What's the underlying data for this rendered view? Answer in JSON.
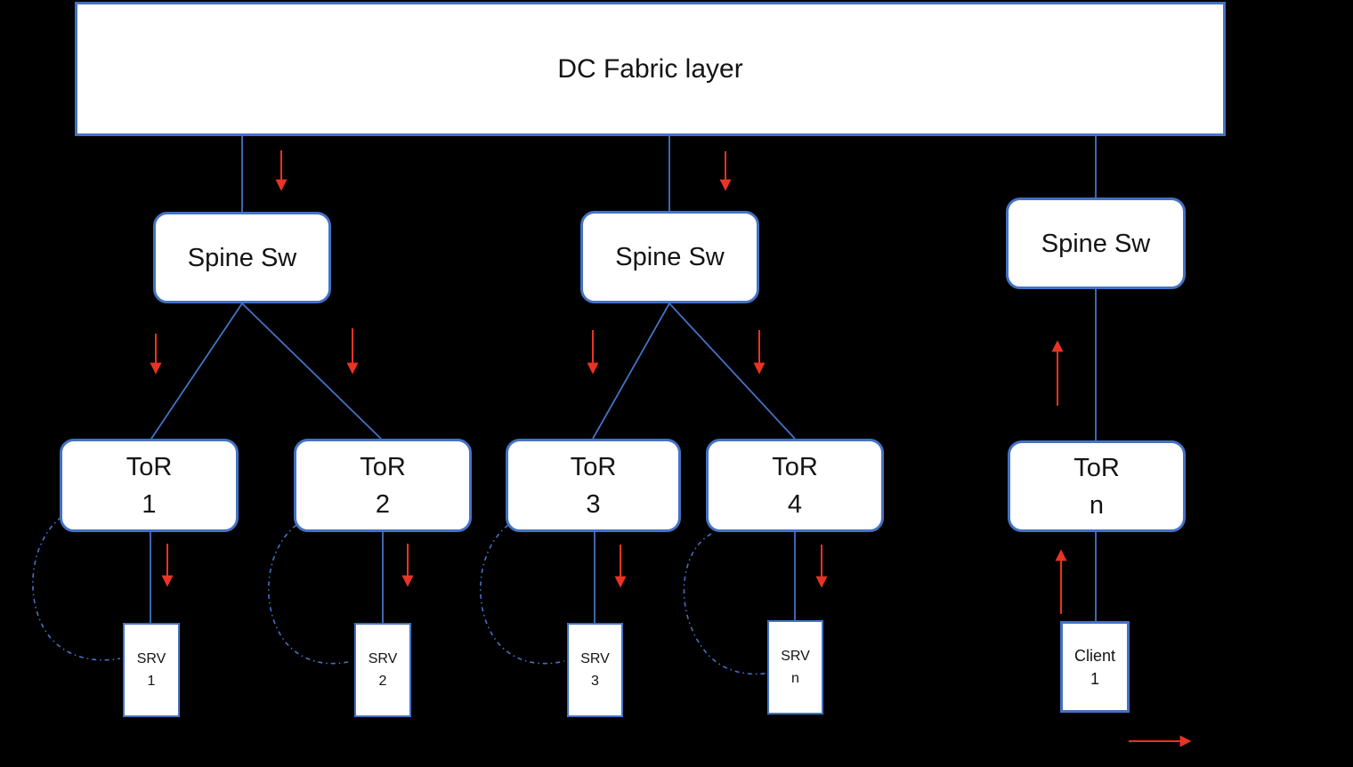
{
  "fabric": {
    "label": "DC Fabric layer"
  },
  "spines": [
    {
      "label": "Spine Sw"
    },
    {
      "label": "Spine Sw"
    },
    {
      "label": "Spine Sw"
    }
  ],
  "tors": [
    {
      "line1": "ToR",
      "line2": "1"
    },
    {
      "line1": "ToR",
      "line2": "2"
    },
    {
      "line1": "ToR",
      "line2": "3"
    },
    {
      "line1": "ToR",
      "line2": "4"
    },
    {
      "line1": "ToR",
      "line2": "n"
    }
  ],
  "servers": [
    {
      "line1": "SRV",
      "line2": "1"
    },
    {
      "line1": "SRV",
      "line2": "2"
    },
    {
      "line1": "SRV",
      "line2": "3"
    },
    {
      "line1": "SRV",
      "line2": "n"
    }
  ],
  "client": {
    "line1": "Client",
    "line2": "1"
  },
  "colors": {
    "background": "#000000",
    "node_fill": "#FFFFFF",
    "node_border": "#4472C4",
    "connector": "#4472C4",
    "dashed_loop": "#4472C4",
    "traffic_arrow": "#EA3323",
    "text": "#141414"
  }
}
